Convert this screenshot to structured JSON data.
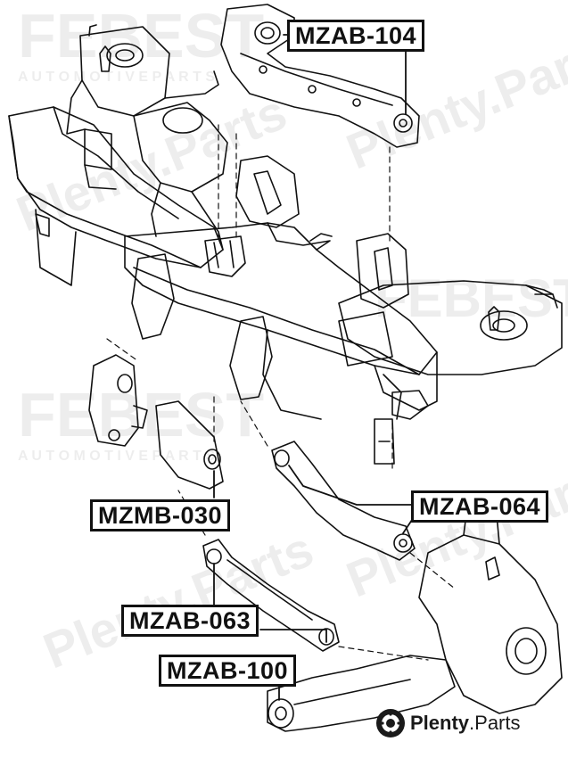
{
  "labels": {
    "mzab_104": "MZAB-104",
    "mzmb_030": "MZMB-030",
    "mzab_064": "MZAB-064",
    "mzab_063": "MZAB-063",
    "mzab_100": "MZAB-100"
  },
  "watermarks": {
    "febest": "FEBEST",
    "automotive": "A U T O M O T I V E   P A R T S",
    "plenty_parts": "Plenty.Parts"
  },
  "brand": {
    "name": "Plenty",
    "suffix": ".Parts",
    "color": "#1a1a1a"
  },
  "line_color": "#111111"
}
